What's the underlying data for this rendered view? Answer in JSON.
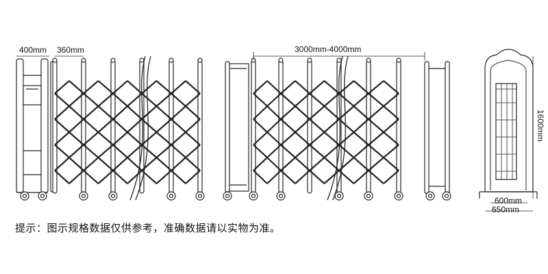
{
  "dimensions": {
    "head_width": "400mm",
    "spacing": "360mm",
    "length": "3000mm-4000mm",
    "height": "1600mm",
    "base_inner": "600mm",
    "base_outer": "650mm"
  },
  "note": "提示：图示规格数据仅供参考，准确数据请以实物为准。",
  "colors": {
    "line": "#222222",
    "fill": "#ffffff"
  }
}
